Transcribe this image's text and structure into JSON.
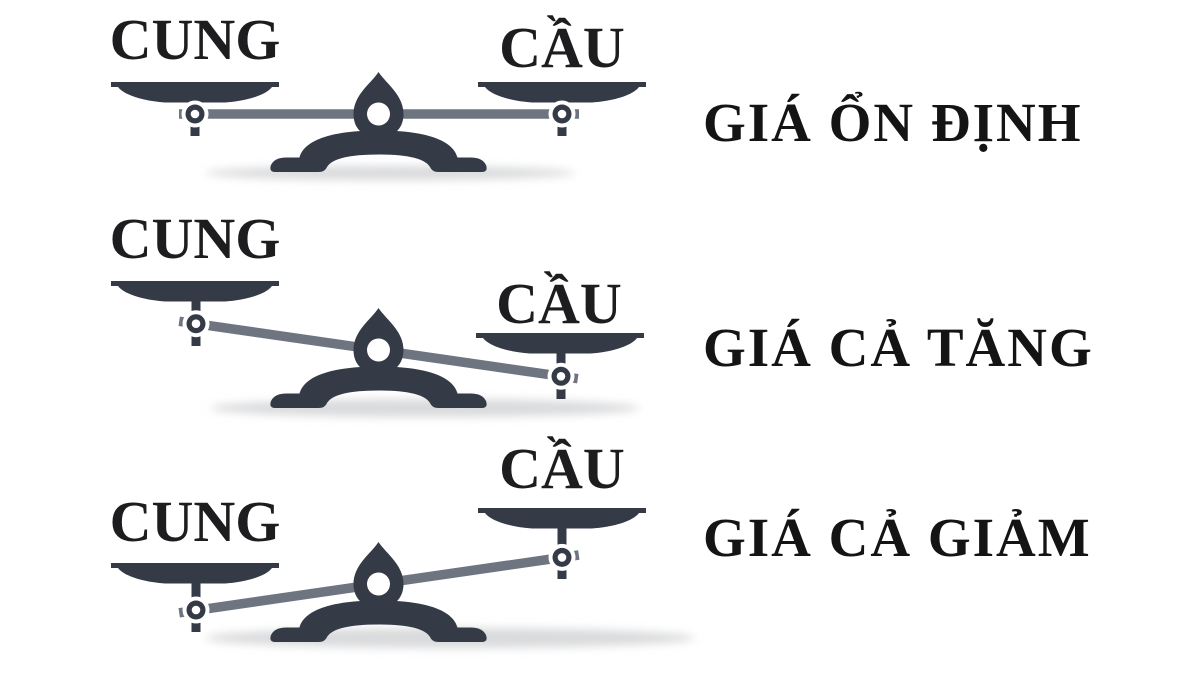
{
  "title": "Cung - Cầu balance diagram",
  "colors": {
    "scale_dark": "#343b47",
    "beam_gray": "#6e7580",
    "shadow_gray": "#d9dadc",
    "text_black": "#1d1d1f",
    "background": "#ffffff"
  },
  "rows": [
    {
      "state": "balanced",
      "left_label": "CUNG",
      "right_label": "CẦU",
      "caption": "GIÁ ỔN ĐỊNH"
    },
    {
      "state": "right-down",
      "left_label": "CUNG",
      "right_label": "CẦU",
      "caption": "GIÁ CẢ TĂNG"
    },
    {
      "state": "left-down",
      "left_label": "CUNG",
      "right_label": "CẦU",
      "caption": "GIÁ CẢ GIẢM"
    }
  ]
}
